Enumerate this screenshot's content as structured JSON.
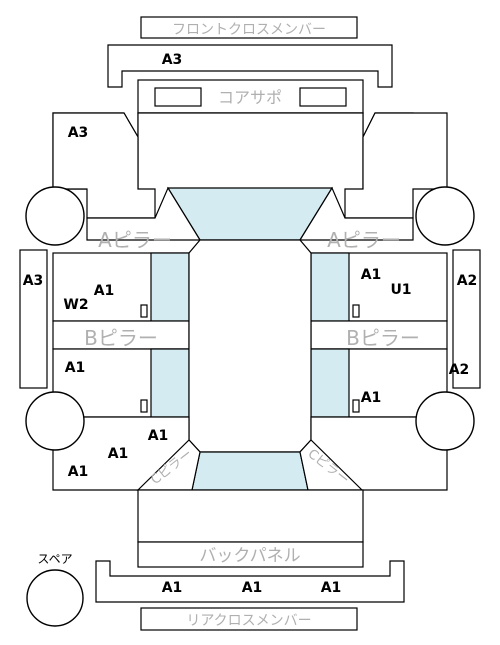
{
  "labels": {
    "front_cross_member": "フロントクロスメンバー",
    "core_support": "コアサポ",
    "a_pillar_left": "Aピラー",
    "a_pillar_right": "Aピラー",
    "b_pillar_left": "Bピラー",
    "b_pillar_right": "Bピラー",
    "c_pillar_left": "Cピラー",
    "c_pillar_right": "Cピラー",
    "back_panel": "バックパネル",
    "rear_cross_member": "リアクロスメンバー",
    "spare": "スペア"
  },
  "damage_codes": {
    "front_cross_member": "A3",
    "front_left_inner": "A3",
    "left_side_sill": "A3",
    "right_side_sill": "A2",
    "right_rear_sill": "A2",
    "front_left_door_1": "A1",
    "front_left_door_2": "W2",
    "front_right_door_1": "A1",
    "front_right_door_2": "U1",
    "rear_left_door": "A1",
    "rear_right_door": "A1",
    "left_rear_fender_1": "A1",
    "left_rear_fender_2": "A1",
    "left_rear_fender_3": "A1",
    "rear_cross_1": "A1",
    "rear_cross_2": "A1",
    "rear_cross_3": "A1"
  }
}
